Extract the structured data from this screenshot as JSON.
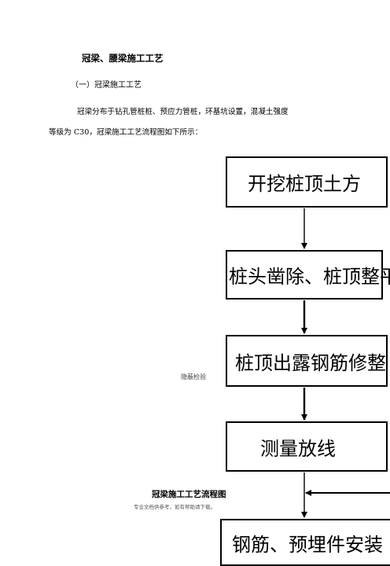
{
  "document": {
    "heading": "冠梁、腰梁施工工艺",
    "section_title": "（一）冠梁施工工艺",
    "paragraph_line1": "冠梁分布于钻孔管桩桩、预应力管桩，环基坑设置，混凝土强度",
    "paragraph_line2": "等级为 C30，冠梁施工工艺流程图如下所示："
  },
  "flowchart": {
    "steps": [
      "开挖桩顶土方",
      "桩头凿除、桩顶整平",
      "桩顶出露钢筋修整",
      "测量放线",
      "钢筋、预埋件安装"
    ],
    "side_note": "隐蔽检验",
    "caption": "冠梁施工工艺流程图"
  },
  "footer": {
    "note": "专业文档供参考，如有帮助请下载。"
  }
}
